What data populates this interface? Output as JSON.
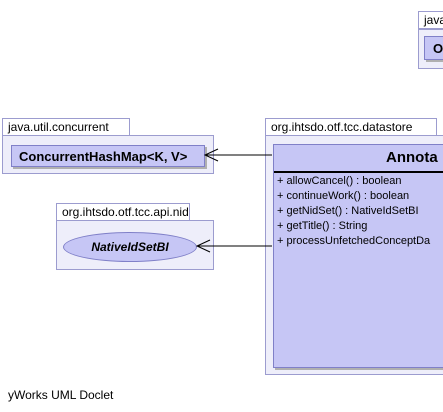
{
  "packages": {
    "concurrent": {
      "name": "java.util.concurrent",
      "classes": [
        "ConcurrentHashMap<K, V>"
      ]
    },
    "api_nid": {
      "name": "org.ihtsdo.otf.tcc.api.nid",
      "interfaces": [
        "NativeIdSetBI"
      ]
    },
    "datastore": {
      "name": "org.ihtsdo.otf.tcc.datastore",
      "class_title": "Annota",
      "operations": [
        "+  allowCancel() : boolean",
        "+  continueWork() : boolean",
        "+  getNidSet() : NativeIdSetBI",
        "+  getTitle() : String",
        "+  processUnfetchedConceptDa"
      ]
    },
    "top_right": {
      "name": "java",
      "class_title": "O"
    }
  },
  "caption": "yWorks UML Doclet",
  "colors": {
    "class_fill": "#c6c6f5",
    "class_border": "#8080c8",
    "package_fill": "#eeeefa",
    "package_border": "#9c9ccf"
  }
}
